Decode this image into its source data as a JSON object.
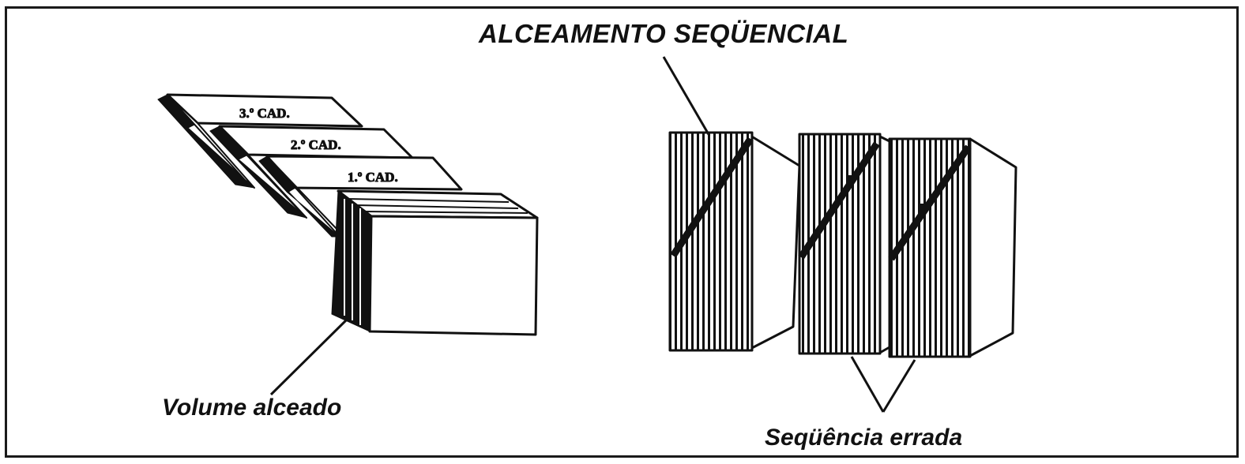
{
  "diagram": {
    "title": "ALCEAMENTO SEQÜENCIAL",
    "volume_label": "Volume alceado",
    "error_label": "Seqüência errada",
    "signatures": [
      "3.º CAD.",
      "2.º CAD.",
      "1.º CAD."
    ]
  },
  "colors": {
    "ink": "#111111",
    "paper": "#ffffff",
    "frame": "#1a1a1a"
  }
}
